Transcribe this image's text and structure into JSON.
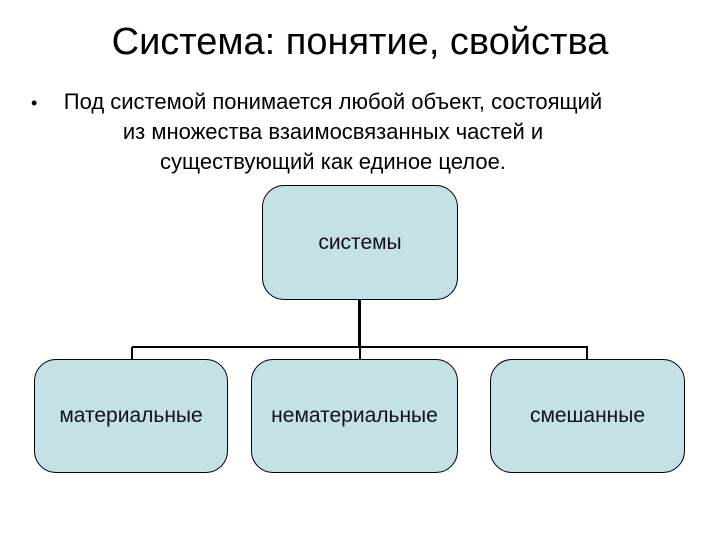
{
  "slide": {
    "title": "Система: понятие, свойства",
    "bullet_glyph": "•",
    "body_lines": [
      "Под системой понимается любой объект, состоящий",
      "из множества взаимосвязанных частей и",
      "существующий как единое целое."
    ],
    "diagram": {
      "root_label": "системы",
      "children": [
        {
          "label": "материальные"
        },
        {
          "label": "нематериальные"
        },
        {
          "label": "смешанные"
        }
      ]
    },
    "colors": {
      "background": "#ffffff",
      "box_fill": "#c4e1e5",
      "box_border": "#000000",
      "connector": "#000000",
      "title_text": "#000000",
      "box_text": "#10101e"
    }
  }
}
